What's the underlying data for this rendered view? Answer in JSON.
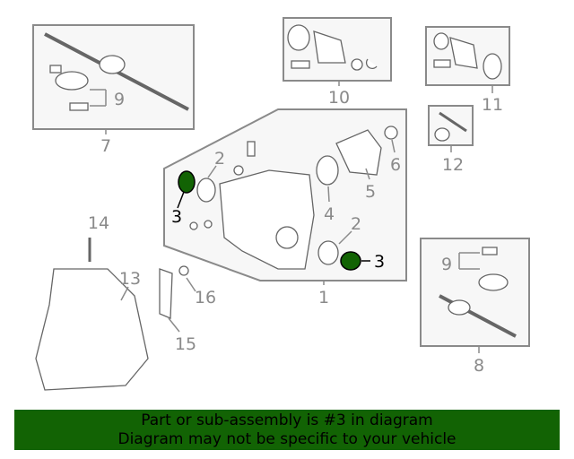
{
  "callouts": {
    "c1": "1",
    "c2a": "2",
    "c2b": "2",
    "c3a": "3",
    "c3b": "3",
    "c4": "4",
    "c5": "5",
    "c6": "6",
    "c7": "7",
    "c8": "8",
    "c9a": "9",
    "c9b": "9",
    "c10": "10",
    "c11": "11",
    "c12": "12",
    "c13": "13",
    "c14": "14",
    "c15": "15",
    "c16": "16"
  },
  "highlight": {
    "part_number": "3",
    "color": "#126304"
  },
  "banner": {
    "line1": "Part or sub-assembly is #3 in diagram",
    "line2": "Diagram may not be specific to your vehicle",
    "color": "#126304"
  }
}
